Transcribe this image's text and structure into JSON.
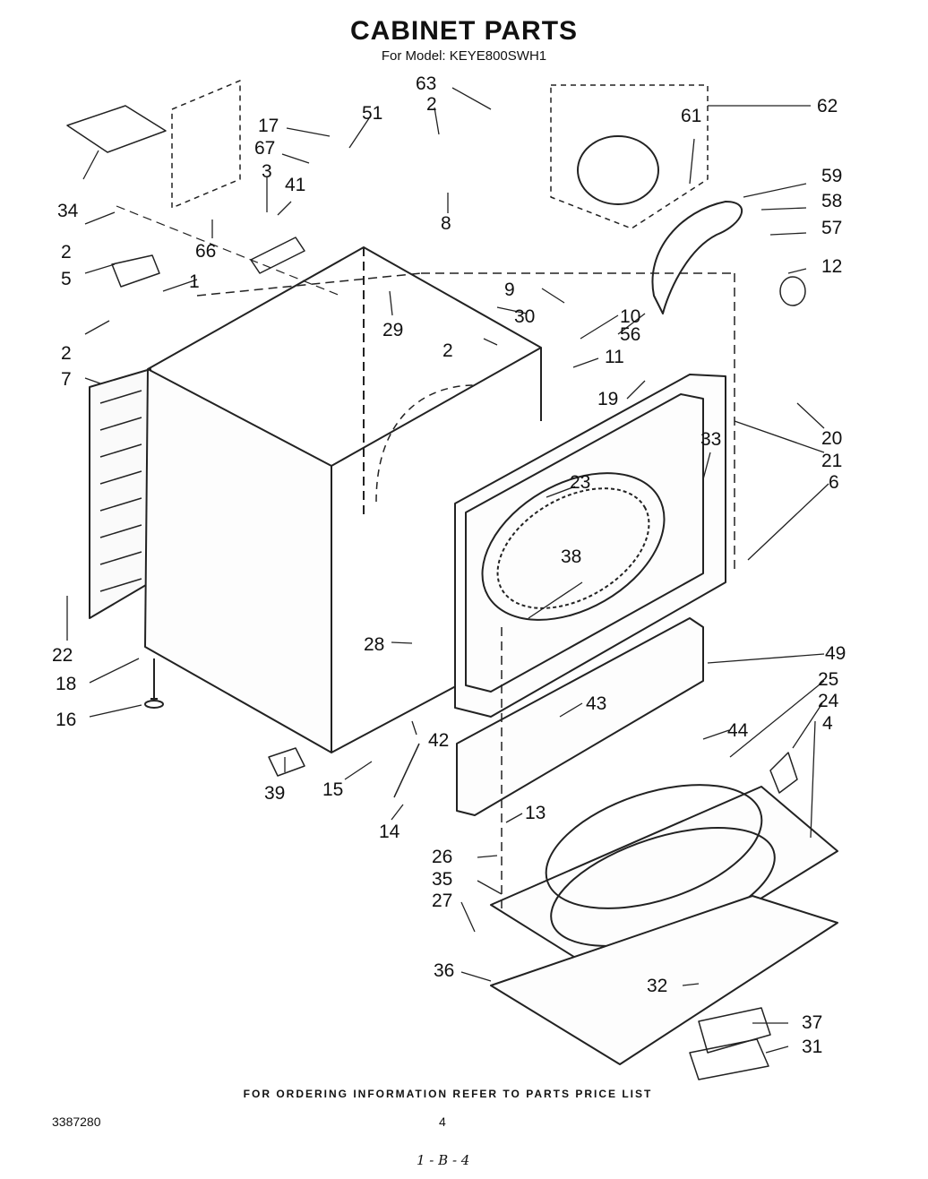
{
  "header": {
    "title": "CABINET PARTS",
    "model": "For Model: KEYE800SWH1"
  },
  "callouts": [
    "63",
    "2",
    "17",
    "51",
    "67",
    "3",
    "41",
    "34",
    "66",
    "2",
    "5",
    "1",
    "2",
    "7",
    "8",
    "62",
    "61",
    "59",
    "58",
    "57",
    "12",
    "9",
    "30",
    "29",
    "10",
    "56",
    "2",
    "11",
    "19",
    "20",
    "21",
    "33",
    "6",
    "23",
    "38",
    "28",
    "22",
    "18",
    "16",
    "39",
    "15",
    "42",
    "14",
    "43",
    "49",
    "25",
    "24",
    "4",
    "44",
    "13",
    "26",
    "35",
    "27",
    "36",
    "32",
    "37",
    "31"
  ],
  "footer": {
    "note": "FOR ORDERING INFORMATION REFER TO PARTS PRICE LIST",
    "doc_number": "3387280",
    "page_number": "4",
    "handwritten": "1 - B - 4"
  }
}
